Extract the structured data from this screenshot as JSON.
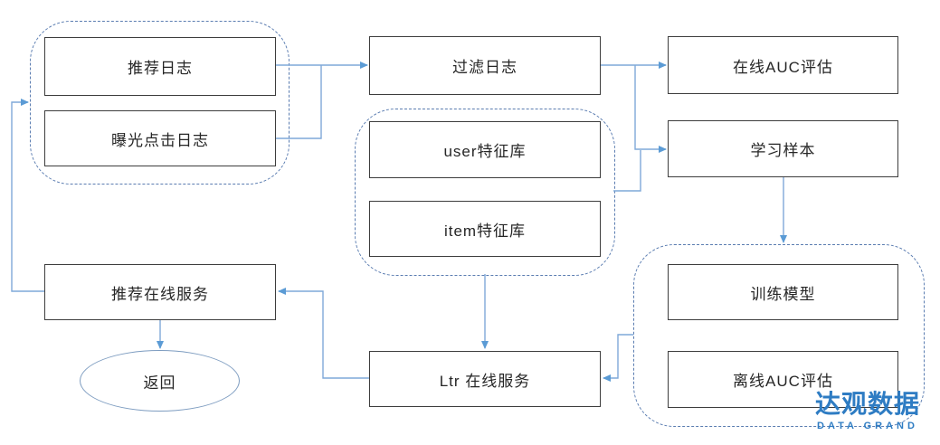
{
  "diagram": {
    "type": "flowchart",
    "colors": {
      "connector": "#5b9bd5",
      "connector_light": "#7fa9d9",
      "box_border": "#3d3d3d",
      "group_dashed_border": "#5b7db1",
      "ellipse_border": "#7d9cc0",
      "logo_blue": "#2e7cc3",
      "background": "#ffffff"
    },
    "nodes": {
      "recommend_log": {
        "label": "推荐日志"
      },
      "exposure_click_log": {
        "label": "曝光点击日志"
      },
      "filter_log": {
        "label": "过滤日志"
      },
      "online_auc": {
        "label": "在线AUC评估"
      },
      "learning_samples": {
        "label": "学习样本"
      },
      "user_features": {
        "label": "user特征库"
      },
      "item_features": {
        "label": "item特征库"
      },
      "train_model": {
        "label": "训练模型"
      },
      "offline_auc": {
        "label": "离线AUC评估"
      },
      "ltr_online": {
        "label": "Ltr 在线服务"
      },
      "recommend_online": {
        "label": "推荐在线服务"
      },
      "return": {
        "label": "返回"
      }
    },
    "groups": {
      "logs_group": {
        "members": [
          "recommend_log",
          "exposure_click_log"
        ]
      },
      "features_group": {
        "members": [
          "user_features",
          "item_features"
        ]
      },
      "training_group": {
        "members": [
          "train_model",
          "offline_auc"
        ]
      }
    },
    "edges": [
      {
        "from": "recommend_log",
        "to": "filter_log"
      },
      {
        "from": "exposure_click_log",
        "to": "filter_log"
      },
      {
        "from": "filter_log",
        "to": "online_auc"
      },
      {
        "from": "filter_log",
        "to": "learning_samples"
      },
      {
        "from": "features_group",
        "to": "learning_samples"
      },
      {
        "from": "learning_samples",
        "to": "training_group"
      },
      {
        "from": "training_group",
        "to": "ltr_online"
      },
      {
        "from": "features_group",
        "to": "ltr_online"
      },
      {
        "from": "ltr_online",
        "to": "recommend_online"
      },
      {
        "from": "recommend_online",
        "to": "return"
      },
      {
        "from": "recommend_online",
        "to": "logs_group"
      }
    ],
    "logo": {
      "title": "达观数据",
      "subtitle": "DATA GRAND"
    }
  }
}
